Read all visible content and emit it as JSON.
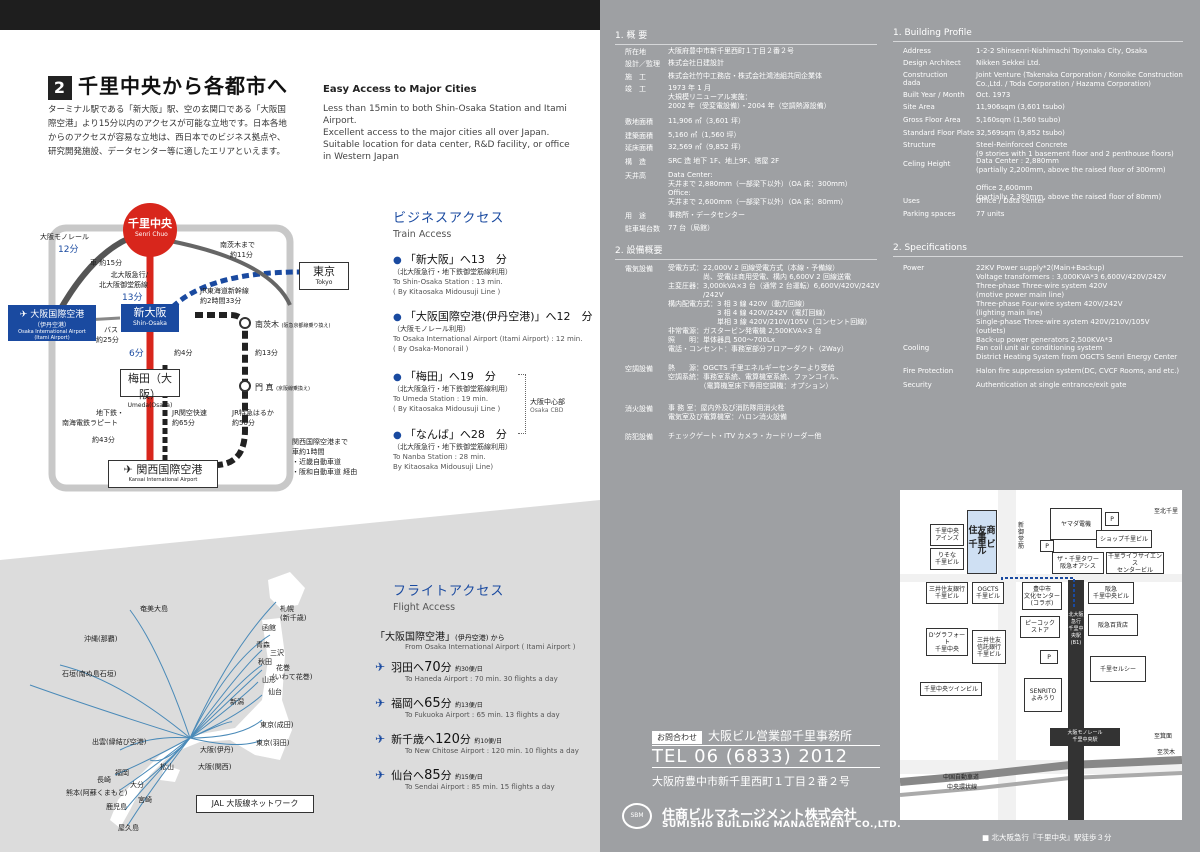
{
  "left": {
    "heading_num": "2",
    "heading": "千里中央から各都市へ",
    "intro": "ターミナル駅である「新大阪」駅、空の玄関口である「大阪国際空港」より15分以内のアクセスが可能な立地です。日本各地からのアクセスが容易な立地は、西日本でのビジネス拠点や、研究開発施設、データセンター等に適したエリアといえます。",
    "easy_title": "Easy Access to Major Cities",
    "easy_text": "Less than 15min to both Shin-Osaka Station and Itami Airport.\nExcellent access to the major cities all over Japan.\nSuitable location for data center, R&D facility, or office in Western Japan",
    "train_map": {
      "senri": "千里中央",
      "senri_en": "Senri Chuo",
      "shinosaka": "新大阪",
      "shinosaka_en": "Shin-Osaka",
      "tokyo": "東京",
      "tokyo_en": "Tokyo",
      "umeda": "梅田（大阪）",
      "umeda_en": "Umeda(Osaka)",
      "kansai": "関西国際空港",
      "kansai_en": "Kansai International Airport",
      "itami": "大阪国際空港",
      "itami_sub": "（伊丹空港）",
      "itami_en": "Osaka International Airport",
      "itami_en2": "(Itami Airport)",
      "monorail": "大阪モノレール",
      "m12": "12分",
      "car15": "車 約15分",
      "kitaosaka": "北大阪急行/",
      "kitaosaka2": "北大阪急行/\n北大阪御堂筋線",
      "m13": "13分",
      "bus": "バス",
      "bus25": "約25分",
      "m6": "6分",
      "m4": "約4分",
      "minami": "南茨木まで",
      "minami11": "約11分",
      "jrtokai": "JR東海道新幹線",
      "jr2h33": "約2時間33分",
      "minamiibaraki": "南茨木",
      "minamiibaraki_note": "(阪急京都線乗り換え)",
      "m13b": "約13分",
      "kadoma": "門 真",
      "kadoma_note": "(京阪線乗換え)",
      "chikatetsu": "地下鉄・",
      "nankai": "南海電鉄ラピート",
      "m43": "約43分",
      "jrrapid": "JR関空快速",
      "m65": "約65分",
      "jrtokkyu": "JR特急はるか",
      "m50": "約50分",
      "kix_by_car1": "関西国際空港まで",
      "kix_by_car2": "車約1時間",
      "kix_by_car3": "・近畿自動車道",
      "kix_by_car4": "・阪和自動車道 経由"
    },
    "biz_jp": "ビジネスアクセス",
    "biz_en": "Train Access",
    "train": [
      {
        "dest": "「新大阪」",
        "mins": "へ13　分",
        "jp": "（北大阪急行・地下鉄御堂筋線利用）",
        "en1": "To Shin-Osaka Station : 13 min.",
        "en2": "( By Kitaosaka Midousuji Line )"
      },
      {
        "dest": "「大阪国際空港(伊丹空港)」",
        "mins": "へ12　分",
        "jp": "（大阪モノレール利用）",
        "en1": "To Osaka International Airport (Itami Airport) : 12 min.",
        "en2": "( By Osaka-Monorail )"
      },
      {
        "dest": "「梅田」",
        "mins": "へ19　分",
        "jp": "（北大阪急行・地下鉄御堂筋線利用）",
        "en1": "To Umeda Station : 19 min.",
        "en2": "( By Kitaosaka Midousuji Line )"
      },
      {
        "dest": "「なんば」",
        "mins": "へ28　分",
        "jp": "（北大阪急行・地下鉄御堂筋線利用）",
        "en1": "To Nanba Station : 28 min.",
        "en2": "By Kitaosaka Midousuji Line)"
      }
    ],
    "cbd_jp": "大阪中心部",
    "cbd_en": "Osaka CBD",
    "flight_jp": "フライトアクセス",
    "flight_en": "Flight Access",
    "flight_from_jp": "「大阪国際空港」",
    "flight_from_jp2": "(伊丹空港) から",
    "flight_from_en": "From Osaka International Airport ( Itami Airport )",
    "flights": [
      {
        "dest": "羽田へ",
        "mins": "70",
        "unit": "分",
        "freq": "約30便/日",
        "en": "To Haneda Airport : 70 min.   30 flights a day"
      },
      {
        "dest": "福岡へ",
        "mins": "65",
        "unit": "分",
        "freq": "約13便/日",
        "en": "To Fukuoka Airport : 65 min.  13 flights  a day"
      },
      {
        "dest": "新千歳へ",
        "mins": "120",
        "unit": "分",
        "freq": "約10便/日",
        "en": "To New Chitose Airport : 120 min.  10 flights a day"
      },
      {
        "dest": "仙台へ",
        "mins": "85",
        "unit": "分",
        "freq": "約15便/日",
        "en": "To Sendai Airport : 85 min.  15 flights a day"
      }
    ],
    "japan_map": {
      "sapporo": "札幌",
      "sapporo2": "(新千歳)",
      "hakodate": "函館",
      "aomori": "青森",
      "misawa": "三沢",
      "akita": "秋田",
      "hanamaki": "花巻",
      "hanamaki2": "(いわて花巻)",
      "yamagata": "山形",
      "sendai": "仙台",
      "niigata": "新潟",
      "tokyo_narita": "東京(成田)",
      "tokyo_haneda": "東京(羽田)",
      "osaka_itami": "大阪(伊丹)",
      "osaka_kansai": "大阪(関西)",
      "matsuyama": "松山",
      "izumo": "出雲(縁結び空港)",
      "nagasaki": "長崎",
      "fukuoka": "福岡",
      "oita": "大分",
      "miyazaki": "宮崎",
      "kumamoto": "熊本(阿蘇くまもと)",
      "kagoshima": "鹿児島",
      "yakushima": "屋久島",
      "amami": "奄美大島",
      "okinawa": "沖縄(那覇)",
      "ishigaki": "石垣(南ぬ島石垣)",
      "network": "JAL 大阪線ネットワーク"
    }
  },
  "right": {
    "overview_title": "1. 概 要",
    "overview": [
      {
        "k": "所在地",
        "v": "大阪府豊中市新千里西町１丁目２番２号"
      },
      {
        "k": "設計／監理",
        "v": "株式会社日建設計"
      },
      {
        "k": "施　工",
        "v": "株式会社竹中工務店・株式会社鴻池組共同企業体"
      },
      {
        "k": "竣　工",
        "v": "1973 年 1 月\n大規模リニューアル実施：\n2002 年（受変電設備）・2004 年（空調熱源設備）"
      },
      {
        "k": "敷地面積",
        "v": "11,906 ㎡（3,601 坪）"
      },
      {
        "k": "建築面積",
        "v": "5,160 ㎡（1,560 坪）"
      },
      {
        "k": "延床面積",
        "v": "32,569 ㎡（9,852 坪）"
      },
      {
        "k": "構　造",
        "v": "SRC 造 地下 1F、地上9F、塔屋 2F"
      },
      {
        "k": "天井高",
        "v": "Data Center:\n天井まで 2,880mm（一部梁下以外）（OA 床：300mm）\nOffice:\n天井まで 2,600mm（一部梁下以外）（OA 床：80mm）"
      },
      {
        "k": "用　途",
        "v": "事務所・データセンター"
      },
      {
        "k": "駐車場台数",
        "v": "77 台（局館）"
      }
    ],
    "profile_title": "1. Building Profile",
    "profile": [
      {
        "k": "Address",
        "v": "1-2-2 Shinsenri-Nishimachi Toyonaka City, Osaka"
      },
      {
        "k": "Design Architect",
        "v": "Nikken Sekkei Ltd."
      },
      {
        "k": "Construction\ndada",
        "v": "Joint Venture (Takenaka Corporation / Konoike Construction\nCo.,Ltd. / Toda Corporation / Hazama Corporation)"
      },
      {
        "k": "Built Year / Month",
        "v": "Oct. 1973"
      },
      {
        "k": "Site Area",
        "v": "11,906sqm (3,601 tsubo)"
      },
      {
        "k": "Gross Floor Area",
        "v": "5,160sqm  (1,560 tsubo)"
      },
      {
        "k": "Standard Floor Plate",
        "v": "32,569sqm (9,852 tsubo)"
      },
      {
        "k": "Structure",
        "v": "Steel-Reinforced Concrete\n(9 stories with 1 basement floor and 2 penthouse floors)"
      },
      {
        "k": "Celing Height",
        "v": "Data Center : 2,880mm\n(partially 2,200mm, above the raised floor of 300mm)\n\nOffice 2,600mm\n(partially 2,380mm, above the raised floor of 80mm)"
      },
      {
        "k": "Uses",
        "v": "Office / Data center"
      },
      {
        "k": "Parking spaces",
        "v": "77 units"
      }
    ],
    "equip_title": "2. 設備概要",
    "equip": [
      {
        "k": "電気設備",
        "v": "受電方式：22,000V 2 回線受電方式（本線・予備線）\n　　　　　尚、受電は商用受電、構内 6,600V 2 回線送電\n主変圧器：3,000kVA×3 台（通常 2 台運転）6,600V/420V/242V\n　　　　　/242V\n構内配電方式：3 相 3 線 420V（動力回線）\n　　　　　　　3 相 4 線 420V/242V（電灯回線）\n　　　　　　　単相 3 線 420V/210V/105V（コンセント回線）\n非常電源：ガスタービン発電機 2,500KVA×3 台\n照　　明：単体器具 500～700Lx\n電話・コンセント：事務室部分フロアーダクト（2Way）"
      },
      {
        "k": "空調設備",
        "v": "熱　　源：OGCTS 千里エネルギーセンターより受給\n空調系統：事務室系統、電算機室系統、ファンコイル、\n　　　　　（電算機室床下専用空調機：オプション）"
      },
      {
        "k": "消火設備",
        "v": "事 務 室：屋内外及び消防隊用消火栓\n電気室及び電算機室：ハロン消火設備"
      },
      {
        "k": "防犯設備",
        "v": "チェックゲート・ITV カメラ・カードリーダー他"
      }
    ],
    "spec_title": "2. Specifications",
    "spec": [
      {
        "k": "Power",
        "v": "22KV Power supply*2(Main+Backup)\nVoltage transformers : 3,000KVA*3 6,600V/420V/242V\nThree-phase Three-wire system 420V\n(motive power main line)\nThree-phase Four-wire system 420V/242V\n(lighting main line)\nSingle-phase Three-wire system 420V/210V/105V\n(outlets)\nBack-up power generators 2,500KVA*3"
      },
      {
        "k": "Cooling",
        "v": "Fan coil unit air conditioning system\nDistrict Heating System from OGCTS Senri Energy Center"
      },
      {
        "k": "Fire Protection",
        "v": "Halon fire suppression system(DC, CVCF Rooms, and etc.)"
      },
      {
        "k": "Security",
        "v": "Authentication at single entrance/exit gate"
      }
    ],
    "contact_badge": "お問合わせ",
    "office": "大阪ビル営業部千里事務所",
    "tel": "TEL 06 (6833) 2012",
    "address": "大阪府豊中市新千里西町１丁目２番２号",
    "company": "住商ビルマネージメント株式会社",
    "company_en": "SUMISHO BUILDING MANAGEMENT CO.,LTD.",
    "logo": "SBM",
    "caption": "■ 北大阪急行『千里中央』駅徒歩３分",
    "area_map": {
      "sumitomo": "住友商事\n千里ビル",
      "shinmido": "新\n御\n堂\n筋",
      "yamada": "ヤマダ電機",
      "shizen_kita": "至北千里",
      "senri_ainz": "千里中央\nアインズ",
      "risona": "りそな\n千里ビル",
      "shop_senri": "ショップ千里ビル",
      "the_senri": "ザ・千里タワー\n阪急オアシス",
      "senri_life": "千里ライフサイエンス\nセンタービル",
      "mitsui": "三井住友銀行\n千里ビル",
      "ogcts": "OGCTS\n千里ビル",
      "bunka": "豊中市\n文化センター\n(コラボ)",
      "hankyu_senri": "阪急\n千里中央ビル",
      "kitaosaka_st": "北大阪急行\n千里中央駅\n(B1)",
      "hankyu_dept": "阪急百貨店",
      "dgrafort": "D'グラフォート\n千里中央",
      "peacock": "ピーコック\nストア",
      "mitsui_trust": "三井住友\n信託銀行\n千里ビル",
      "senri_selsea": "千里セルシー",
      "twin": "千里中央ツインビル",
      "senrito": "SENRITO\nよみうり",
      "monorail_st": "大阪モノレール\n千里中央駅",
      "shizen_minoh": "至箕面",
      "chugoku1": "中国自動車道",
      "chugoku2": "中央環状線",
      "shizen_ibaraki": "至茨木",
      "p": "P"
    }
  }
}
